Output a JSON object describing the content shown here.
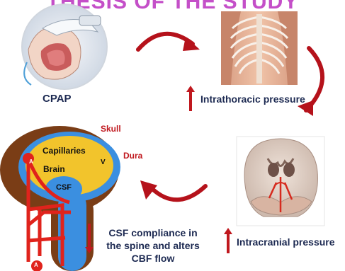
{
  "title": "THESIS OF THE STUDY",
  "labels": {
    "cpap": "CPAP",
    "intrathoracic": "Intrathoracic pressure",
    "intracranial": "Intracranial pressure",
    "csf_compliance_1": "CSF compliance in",
    "csf_compliance_2": "the spine  and alters",
    "csf_compliance_3": "CBF flow"
  },
  "brain_diagram": {
    "skull": "Skull",
    "dura": "Dura",
    "capillaries": "Capillaries",
    "brain": "Brain",
    "csf": "CSF",
    "v": "V",
    "a_top": "A",
    "a_bottom": "A"
  },
  "colors": {
    "arrow": "#b5121b",
    "skull": "#7a3d16",
    "brain": "#f2c42c",
    "csf": "#3b8fe0",
    "artery": "#e0231c",
    "text": "#1d2a52",
    "title": "#c44fc8"
  },
  "icons": [
    "cpap-mask-image",
    "thoracic-spine-image",
    "brain-section-image",
    "cycle-arrow-icon"
  ]
}
